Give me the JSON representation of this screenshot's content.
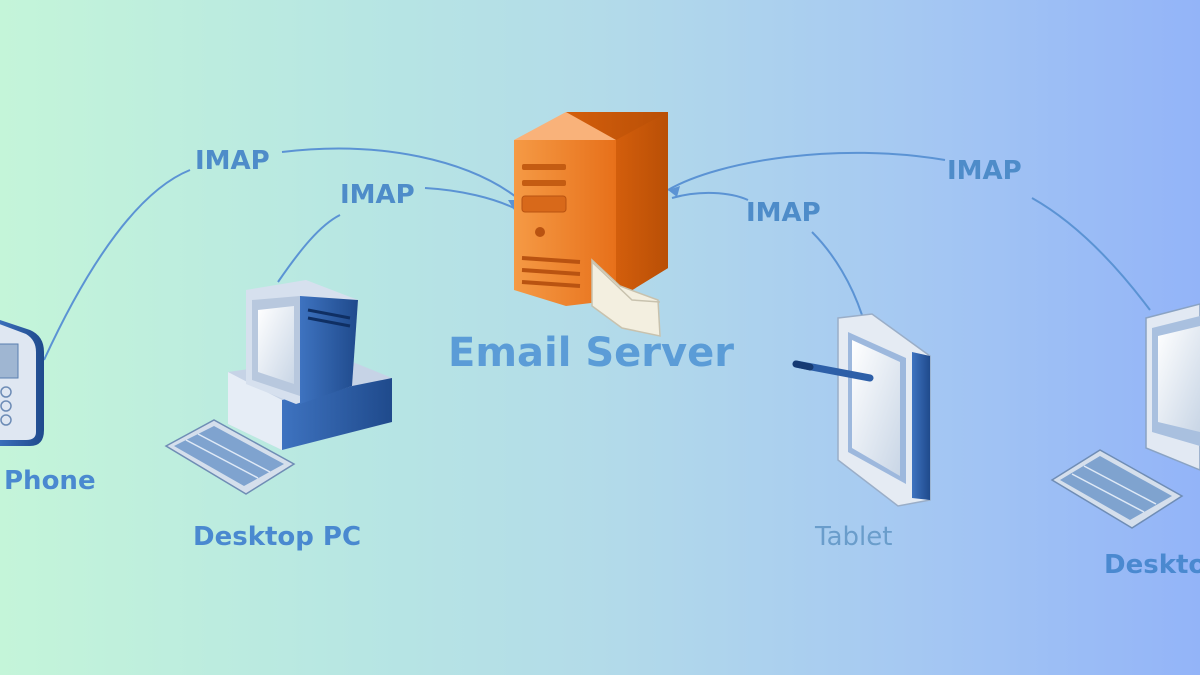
{
  "diagram": {
    "server": {
      "label": "Email Server"
    },
    "protocols": {
      "phone_link": "IMAP",
      "desktop_pc_link": "IMAP",
      "tablet_link": "IMAP",
      "desktop_right_link": "IMAP"
    },
    "devices": {
      "phone": "Phone",
      "desktop_pc": "Desktop PC",
      "tablet": "Tablet",
      "desktop_right": "Deskto"
    },
    "colors": {
      "background_left": "#c4f5d9",
      "background_right": "#93b4f8",
      "link_line": "#5b93d4",
      "label_text": "#4a89d0",
      "server_orange": "#f07b1c",
      "device_blue": "#2d5fa8"
    },
    "icons": [
      "server-icon",
      "envelope-icon",
      "phone-icon",
      "desktop-pc-icon",
      "keyboard-icon",
      "tablet-icon",
      "stylus-icon",
      "monitor-icon"
    ]
  }
}
